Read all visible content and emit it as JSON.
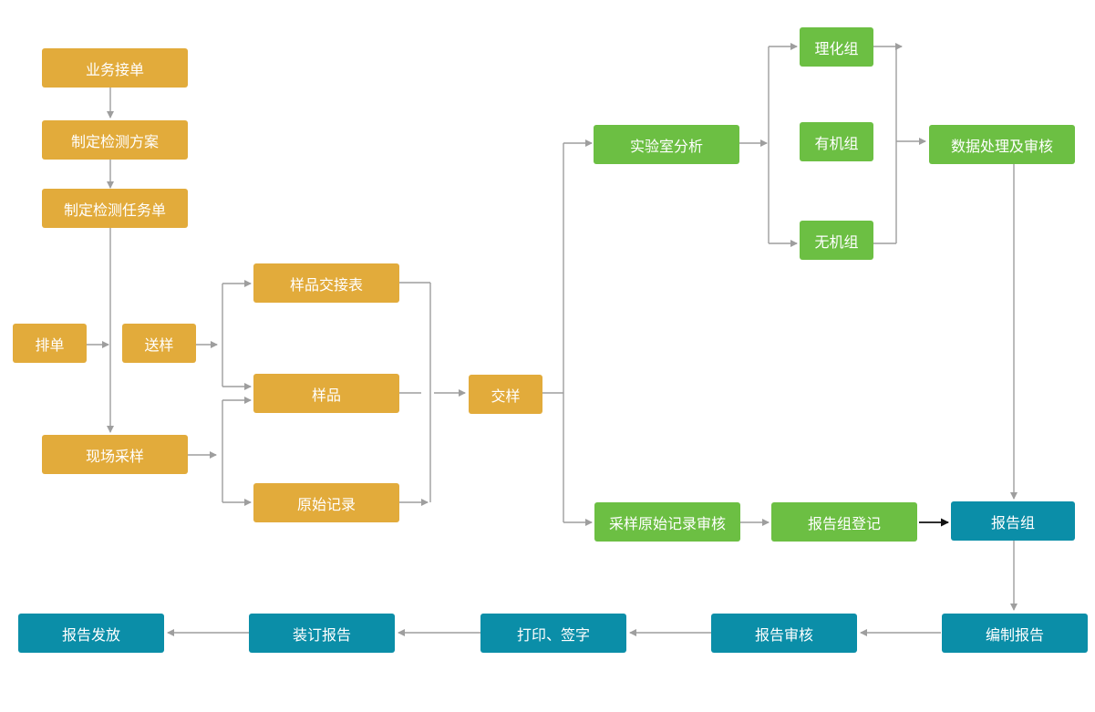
{
  "colors": {
    "orange": "#e2ab3b",
    "green": "#6cbf43",
    "teal": "#0b8ea8",
    "line": "#9e9e9e"
  },
  "nodes": {
    "business_order": "业务接单",
    "test_plan": "制定检测方案",
    "task_sheet": "制定检测任务单",
    "scheduling": "排单",
    "sample_delivery": "送样",
    "onsite_sampling": "现场采样",
    "sample_handover_form": "样品交接表",
    "sample": "样品",
    "original_record": "原始记录",
    "handover": "交样",
    "lab_analysis": "实验室分析",
    "physchem_group": "理化组",
    "organic_group": "有机组",
    "inorganic_group": "无机组",
    "data_processing": "数据处理及审核",
    "sampling_record_review": "采样原始记录审核",
    "report_group_register": "报告组登记",
    "report_group": "报告组",
    "compile_report": "编制报告",
    "report_review": "报告审核",
    "print_sign": "打印、签字",
    "bind_report": "装订报告",
    "issue_report": "报告发放"
  }
}
